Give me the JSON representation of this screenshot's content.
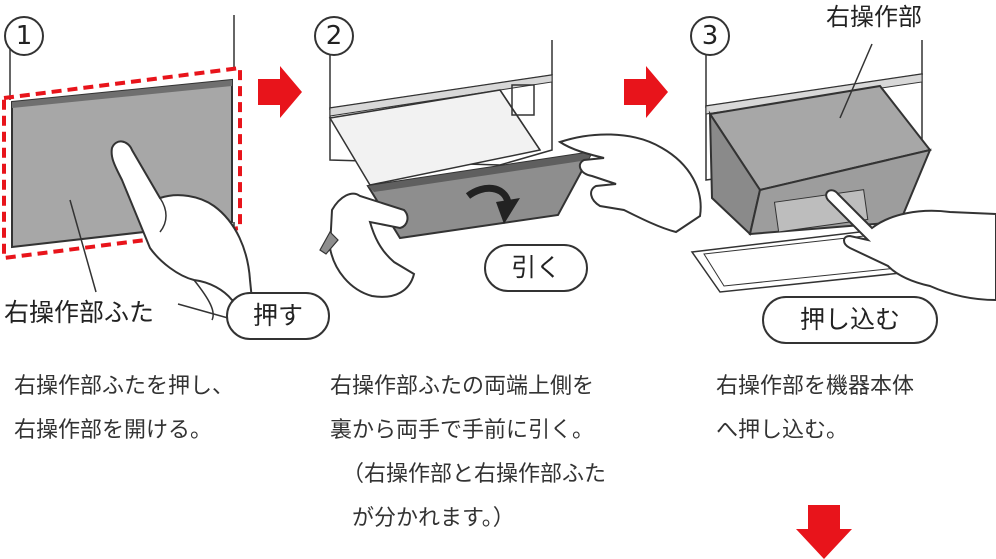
{
  "steps": [
    {
      "number": "1",
      "callout": "右操作部ふた",
      "action": "押す",
      "caption_lines": [
        "右操作部ふたを押し、",
        "右操作部を開ける。"
      ]
    },
    {
      "number": "2",
      "action": "引く",
      "caption_lines": [
        "右操作部ふたの両端上側を",
        "裏から両手で手前に引く。",
        "（右操作部と右操作部ふた",
        "が分かれます。）"
      ]
    },
    {
      "number": "3",
      "callout": "右操作部",
      "action": "押し込む",
      "caption_lines": [
        "右操作部を機器本体",
        "へ押し込む。"
      ]
    }
  ],
  "colors": {
    "arrow": "#e8141b",
    "panel": "#a7a7a7",
    "line": "#333333",
    "dash": "#e8141b"
  },
  "icons": [
    "red-right-arrow-icon",
    "red-down-arrow-icon",
    "hand-icon",
    "curved-arrow-icon"
  ]
}
